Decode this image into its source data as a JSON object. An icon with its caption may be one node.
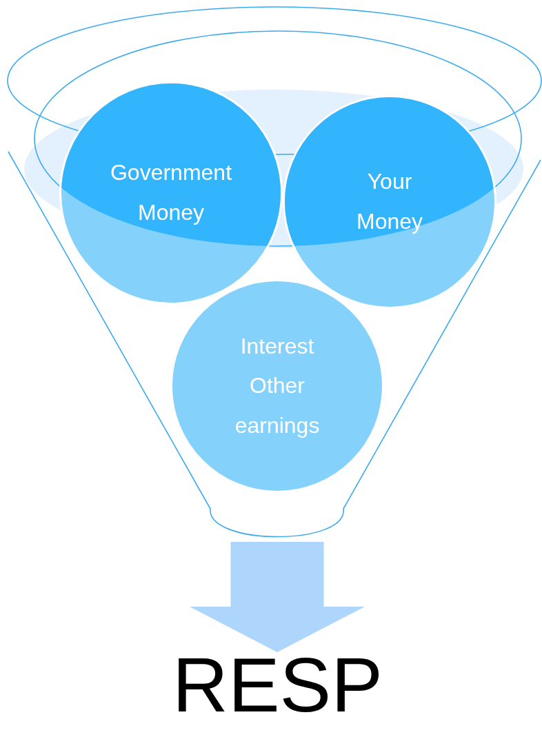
{
  "diagram": {
    "nodes": [
      {
        "text": [],
        "shape": "funnel"
      },
      {
        "text": [
          "Government Money"
        ],
        "in": 0
      },
      {
        "text": [
          "Your Money"
        ],
        "in": 0
      },
      {
        "text": [
          "Interest Other earnings"
        ],
        "in": 0
      },
      {
        "text": [
          "RESP"
        ]
      }
    ],
    "edges": [
      {
        "from": 0,
        "to": 4,
        "arrow": "to"
      }
    ]
  }
}
